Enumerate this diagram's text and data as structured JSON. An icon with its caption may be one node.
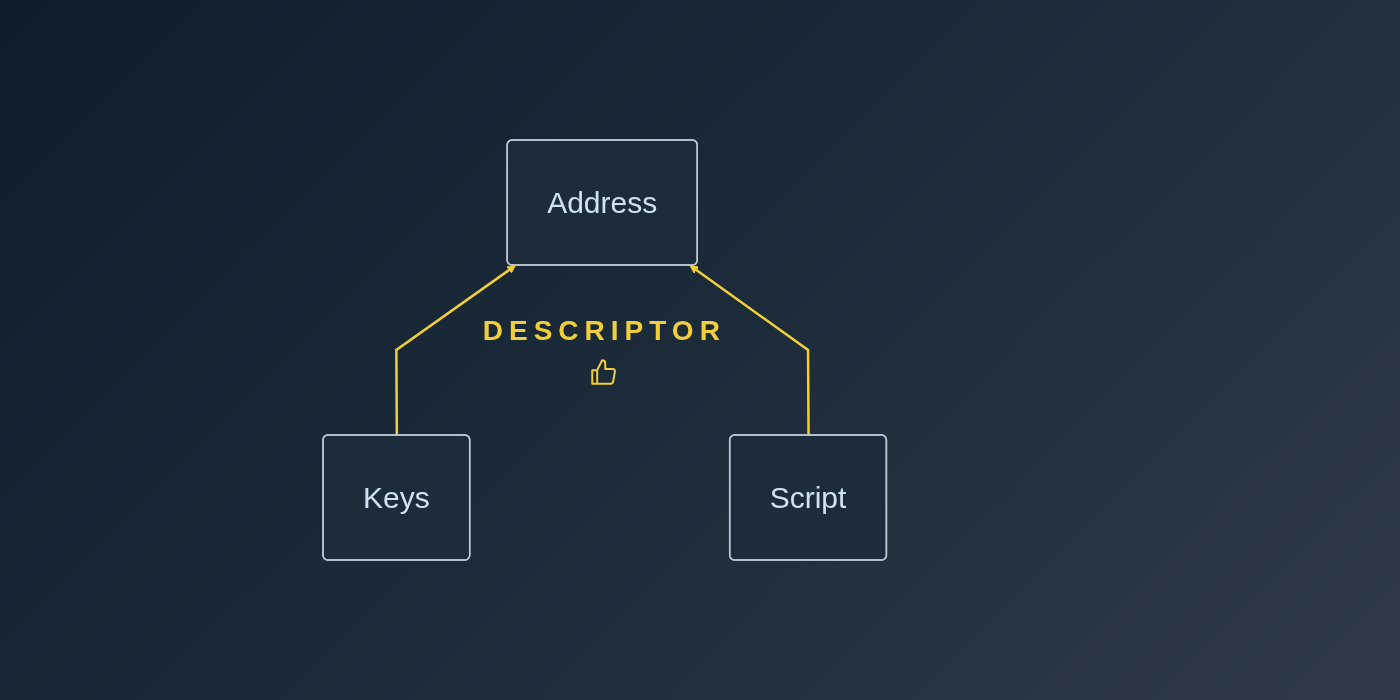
{
  "diagram": {
    "nodes": [
      {
        "text": [
          "Address"
        ]
      },
      {
        "text": [
          "Keys"
        ]
      },
      {
        "text": [
          "Script"
        ]
      }
    ],
    "edges": [
      {
        "from": 1,
        "to": 0,
        "arrow": "to"
      },
      {
        "from": 2,
        "to": 0,
        "arrow": "to"
      }
    ],
    "labels": [
      "DESCRIPTOR"
    ]
  }
}
